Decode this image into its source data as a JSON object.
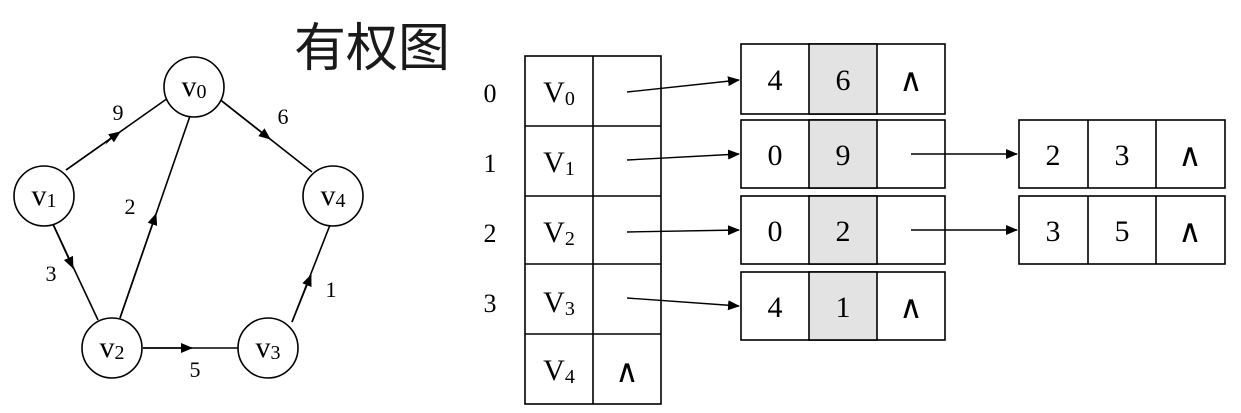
{
  "title": "有权图",
  "graph": {
    "nodes": [
      {
        "label": "v",
        "sub": "0"
      },
      {
        "label": "v",
        "sub": "1"
      },
      {
        "label": "v",
        "sub": "2"
      },
      {
        "label": "v",
        "sub": "3"
      },
      {
        "label": "v",
        "sub": "4"
      }
    ],
    "edges": [
      {
        "from": "v1",
        "to": "v0",
        "weight": "9"
      },
      {
        "from": "v0",
        "to": "v4",
        "weight": "6"
      },
      {
        "from": "v2",
        "to": "v0",
        "weight": "2"
      },
      {
        "from": "v1",
        "to": "v2",
        "weight": "3"
      },
      {
        "from": "v2",
        "to": "v3",
        "weight": "5"
      },
      {
        "from": "v3",
        "to": "v4",
        "weight": "1"
      }
    ]
  },
  "adjacency_list": {
    "row_indices": [
      "0",
      "1",
      "2",
      "3"
    ],
    "vertices": [
      {
        "label": "V",
        "sub": "0",
        "pointer": ""
      },
      {
        "label": "V",
        "sub": "1",
        "pointer": ""
      },
      {
        "label": "V",
        "sub": "2",
        "pointer": ""
      },
      {
        "label": "V",
        "sub": "3",
        "pointer": ""
      },
      {
        "label": "V",
        "sub": "4",
        "pointer": "∧"
      }
    ],
    "first_arcs": [
      {
        "adj": "4",
        "weight": "6",
        "next": "∧"
      },
      {
        "adj": "0",
        "weight": "9",
        "next": ""
      },
      {
        "adj": "0",
        "weight": "2",
        "next": ""
      },
      {
        "adj": "4",
        "weight": "1",
        "next": "∧"
      }
    ],
    "second_arcs": [
      {
        "adj": "2",
        "weight": "3",
        "next": "∧"
      },
      {
        "adj": "3",
        "weight": "5",
        "next": "∧"
      }
    ]
  }
}
